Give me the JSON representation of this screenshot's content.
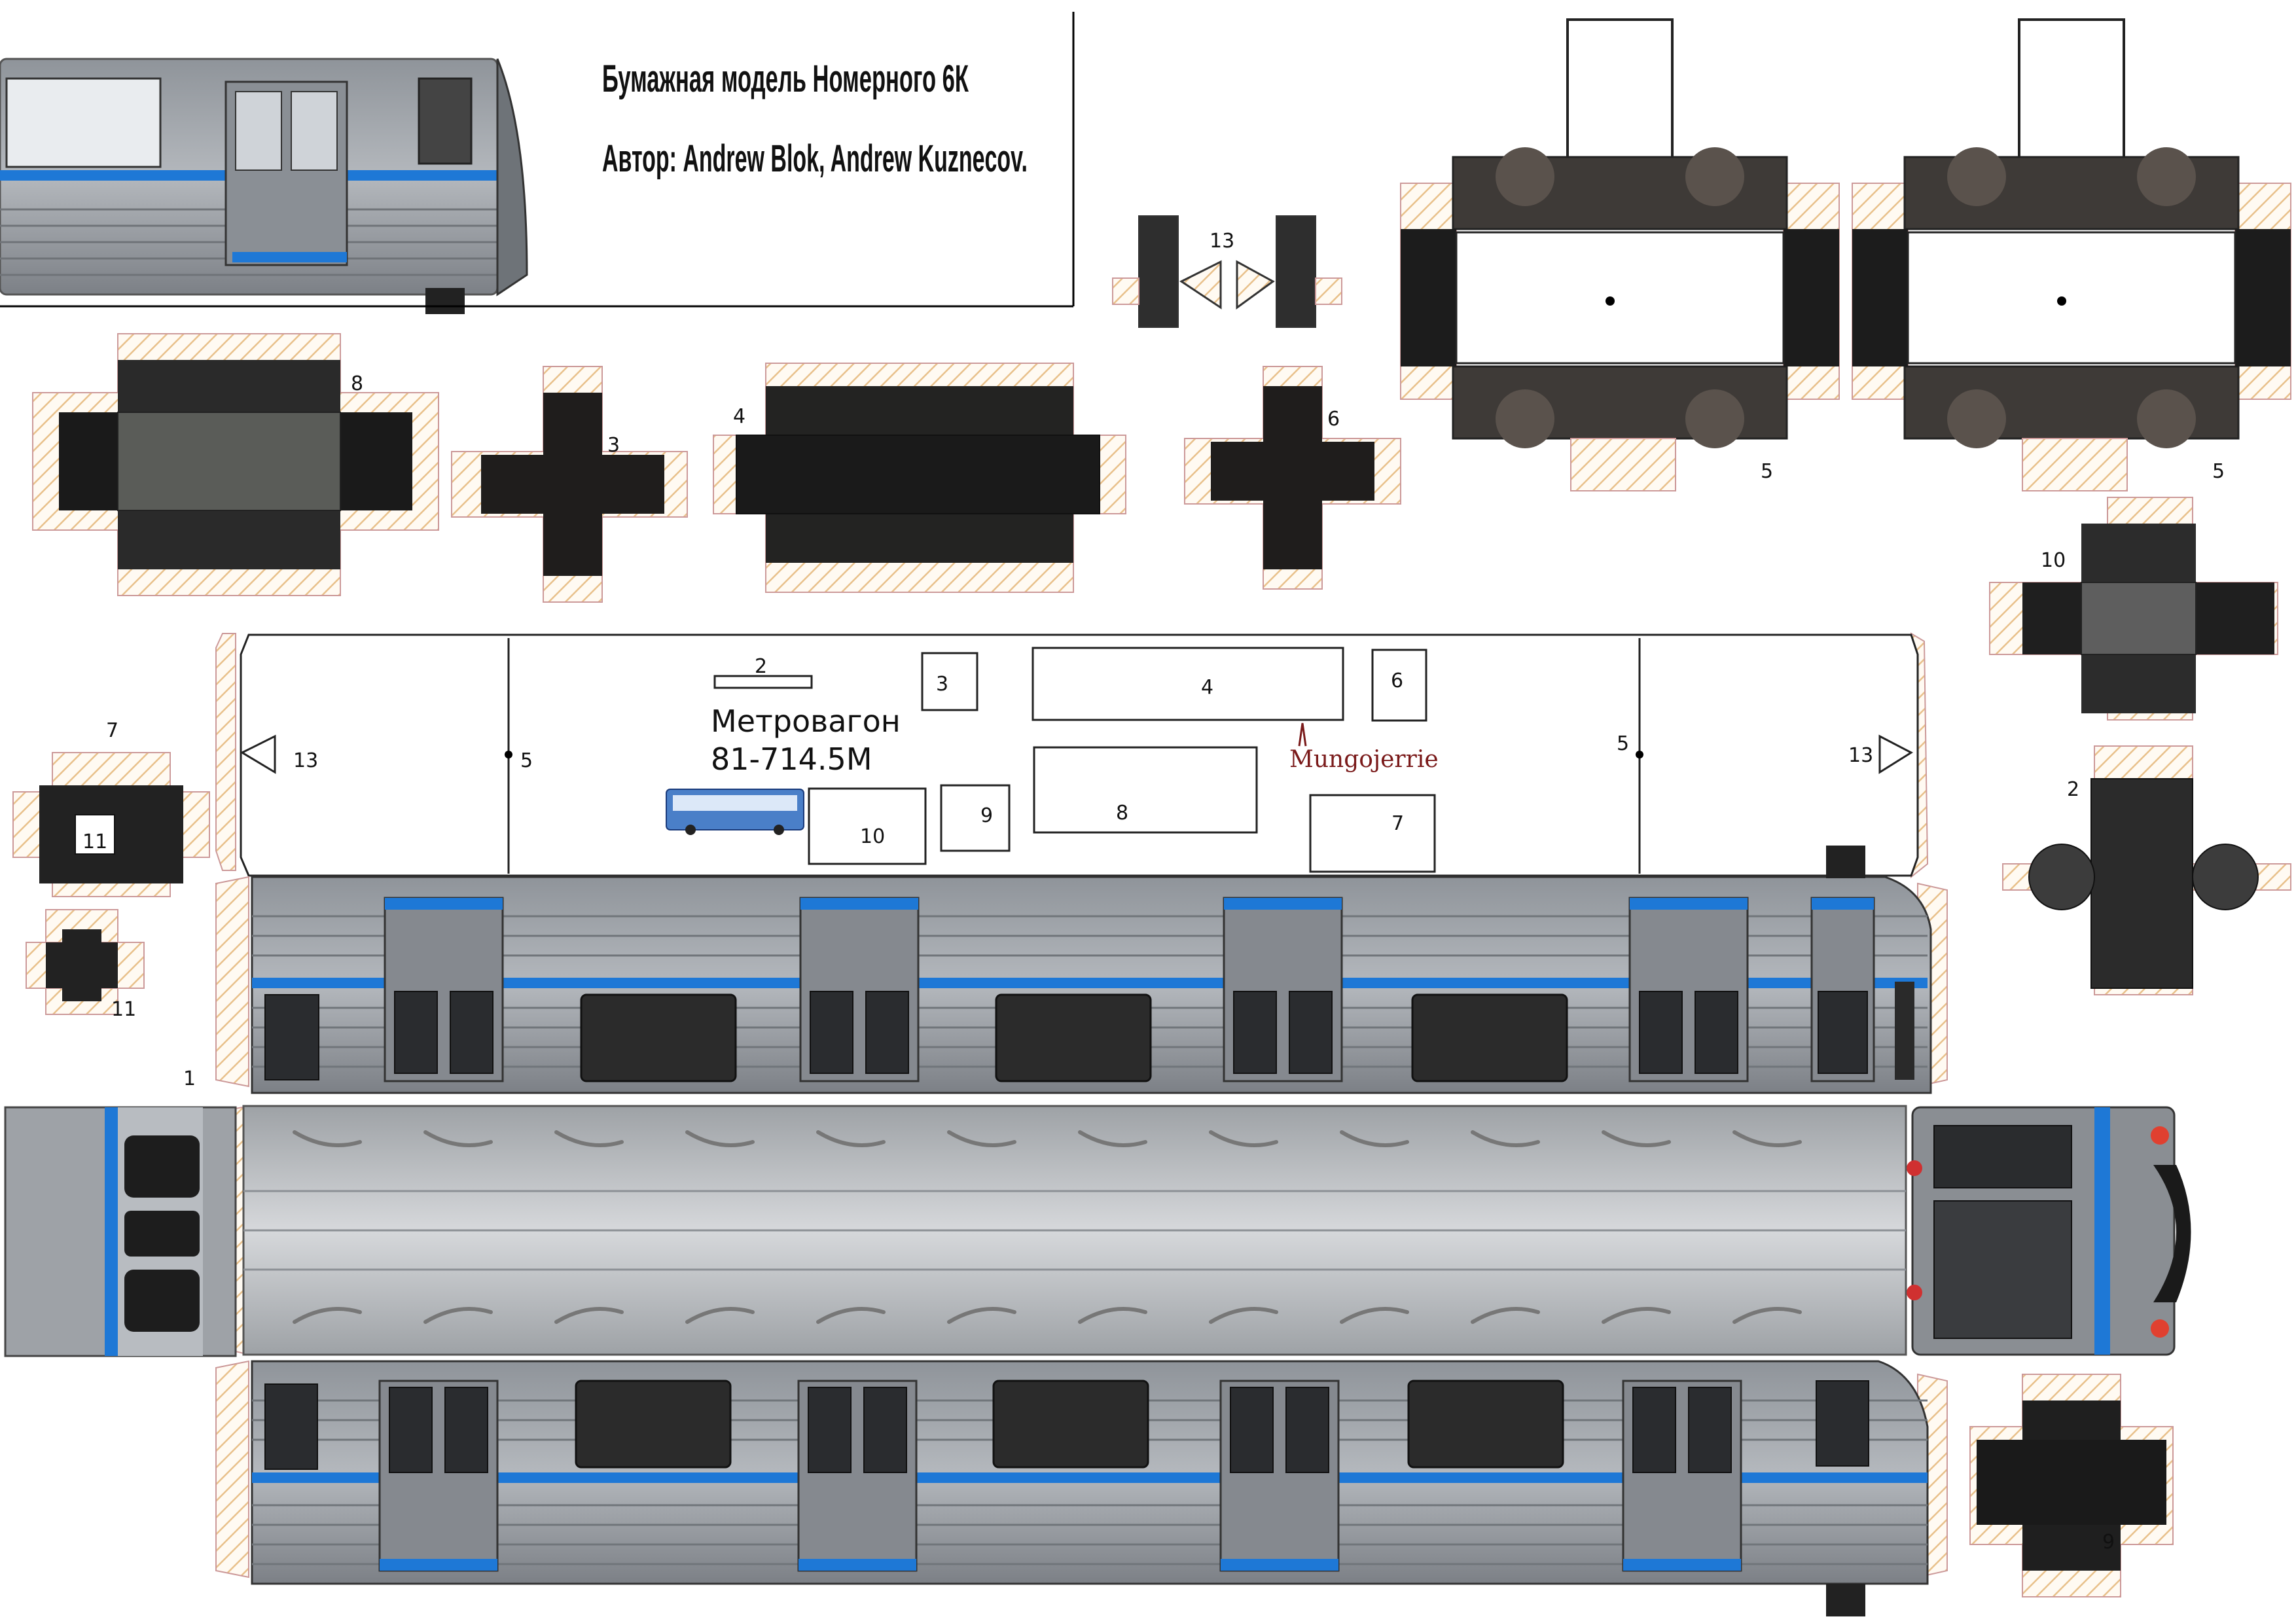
{
  "header": {
    "title_line1": "Бумажная модель Номерного 6К",
    "title_line2": "Автор: Andrew Blok, Andrew Kuznecov."
  },
  "template": {
    "model_prefix": "Метровагон",
    "model_number": "81-714.5M",
    "brand": "Mungojerrie"
  },
  "part_labels": {
    "p1": "1",
    "p2": "2",
    "p3": "3",
    "p4": "4",
    "p5": "5",
    "p6": "6",
    "p7": "7",
    "p8": "8",
    "p9": "9",
    "p10": "10",
    "p11": "11",
    "p13": "13"
  },
  "colors": {
    "stripe_blue": "#1e78d6",
    "body_grey": "#9aa0a6",
    "roof_grey": "#c4c7cb",
    "dark_part": "#262626",
    "tab_hatch": "#e8c08a",
    "brand_red": "#7a1a1a"
  }
}
